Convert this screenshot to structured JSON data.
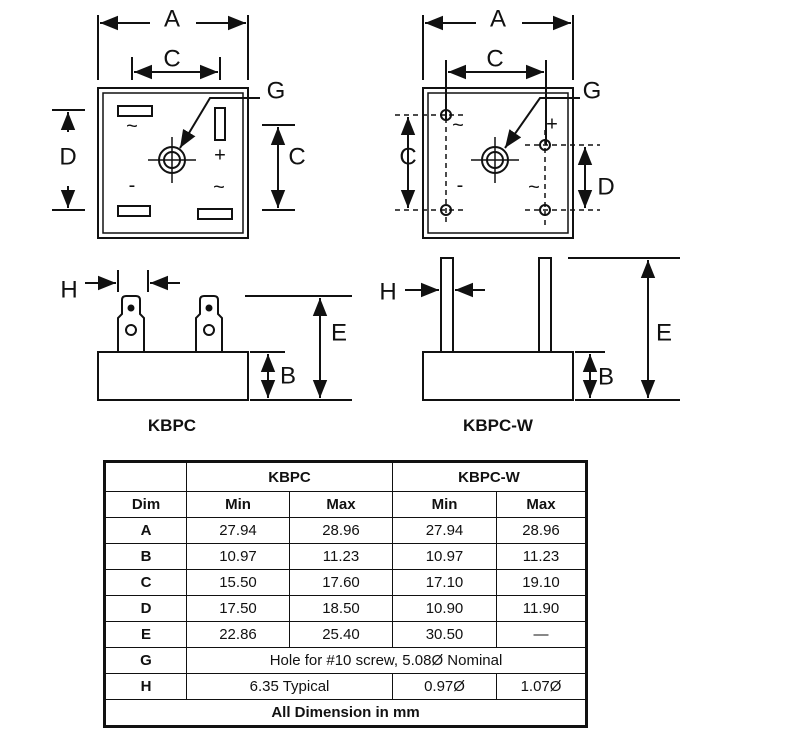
{
  "drawings": {
    "kbpc": {
      "caption": "KBPC",
      "top_labels": {
        "a": "A",
        "c_top": "C",
        "c_side": "C",
        "d": "D",
        "g": "G"
      },
      "terminal_signs": [
        "~",
        "+",
        "-",
        "~"
      ],
      "side_labels": {
        "h": "H",
        "e": "E",
        "b": "B"
      }
    },
    "kbpc_w": {
      "caption": "KBPC-W",
      "top_labels": {
        "a": "A",
        "c_top": "C",
        "c_side": "C",
        "d": "D",
        "g": "G"
      },
      "terminal_signs": [
        "~",
        "+",
        "-",
        "~"
      ],
      "side_labels": {
        "h": "H",
        "e": "E",
        "b": "B"
      }
    }
  },
  "table": {
    "groups": [
      "KBPC",
      "KBPC-W"
    ],
    "headers": [
      "Dim",
      "Min",
      "Max",
      "Min",
      "Max"
    ],
    "rows": [
      [
        "A",
        "27.94",
        "28.96",
        "27.94",
        "28.96"
      ],
      [
        "B",
        "10.97",
        "11.23",
        "10.97",
        "11.23"
      ],
      [
        "C",
        "15.50",
        "17.60",
        "17.10",
        "19.10"
      ],
      [
        "D",
        "17.50",
        "18.50",
        "10.90",
        "11.90"
      ],
      [
        "E",
        "22.86",
        "25.40",
        "30.50",
        "—"
      ]
    ],
    "row_g": [
      "G",
      "Hole for #10 screw, 5.08Ø Nominal"
    ],
    "row_h": [
      "H",
      "6.35 Typical",
      "0.97Ø",
      "1.07Ø"
    ],
    "footer": "All Dimension in mm"
  }
}
